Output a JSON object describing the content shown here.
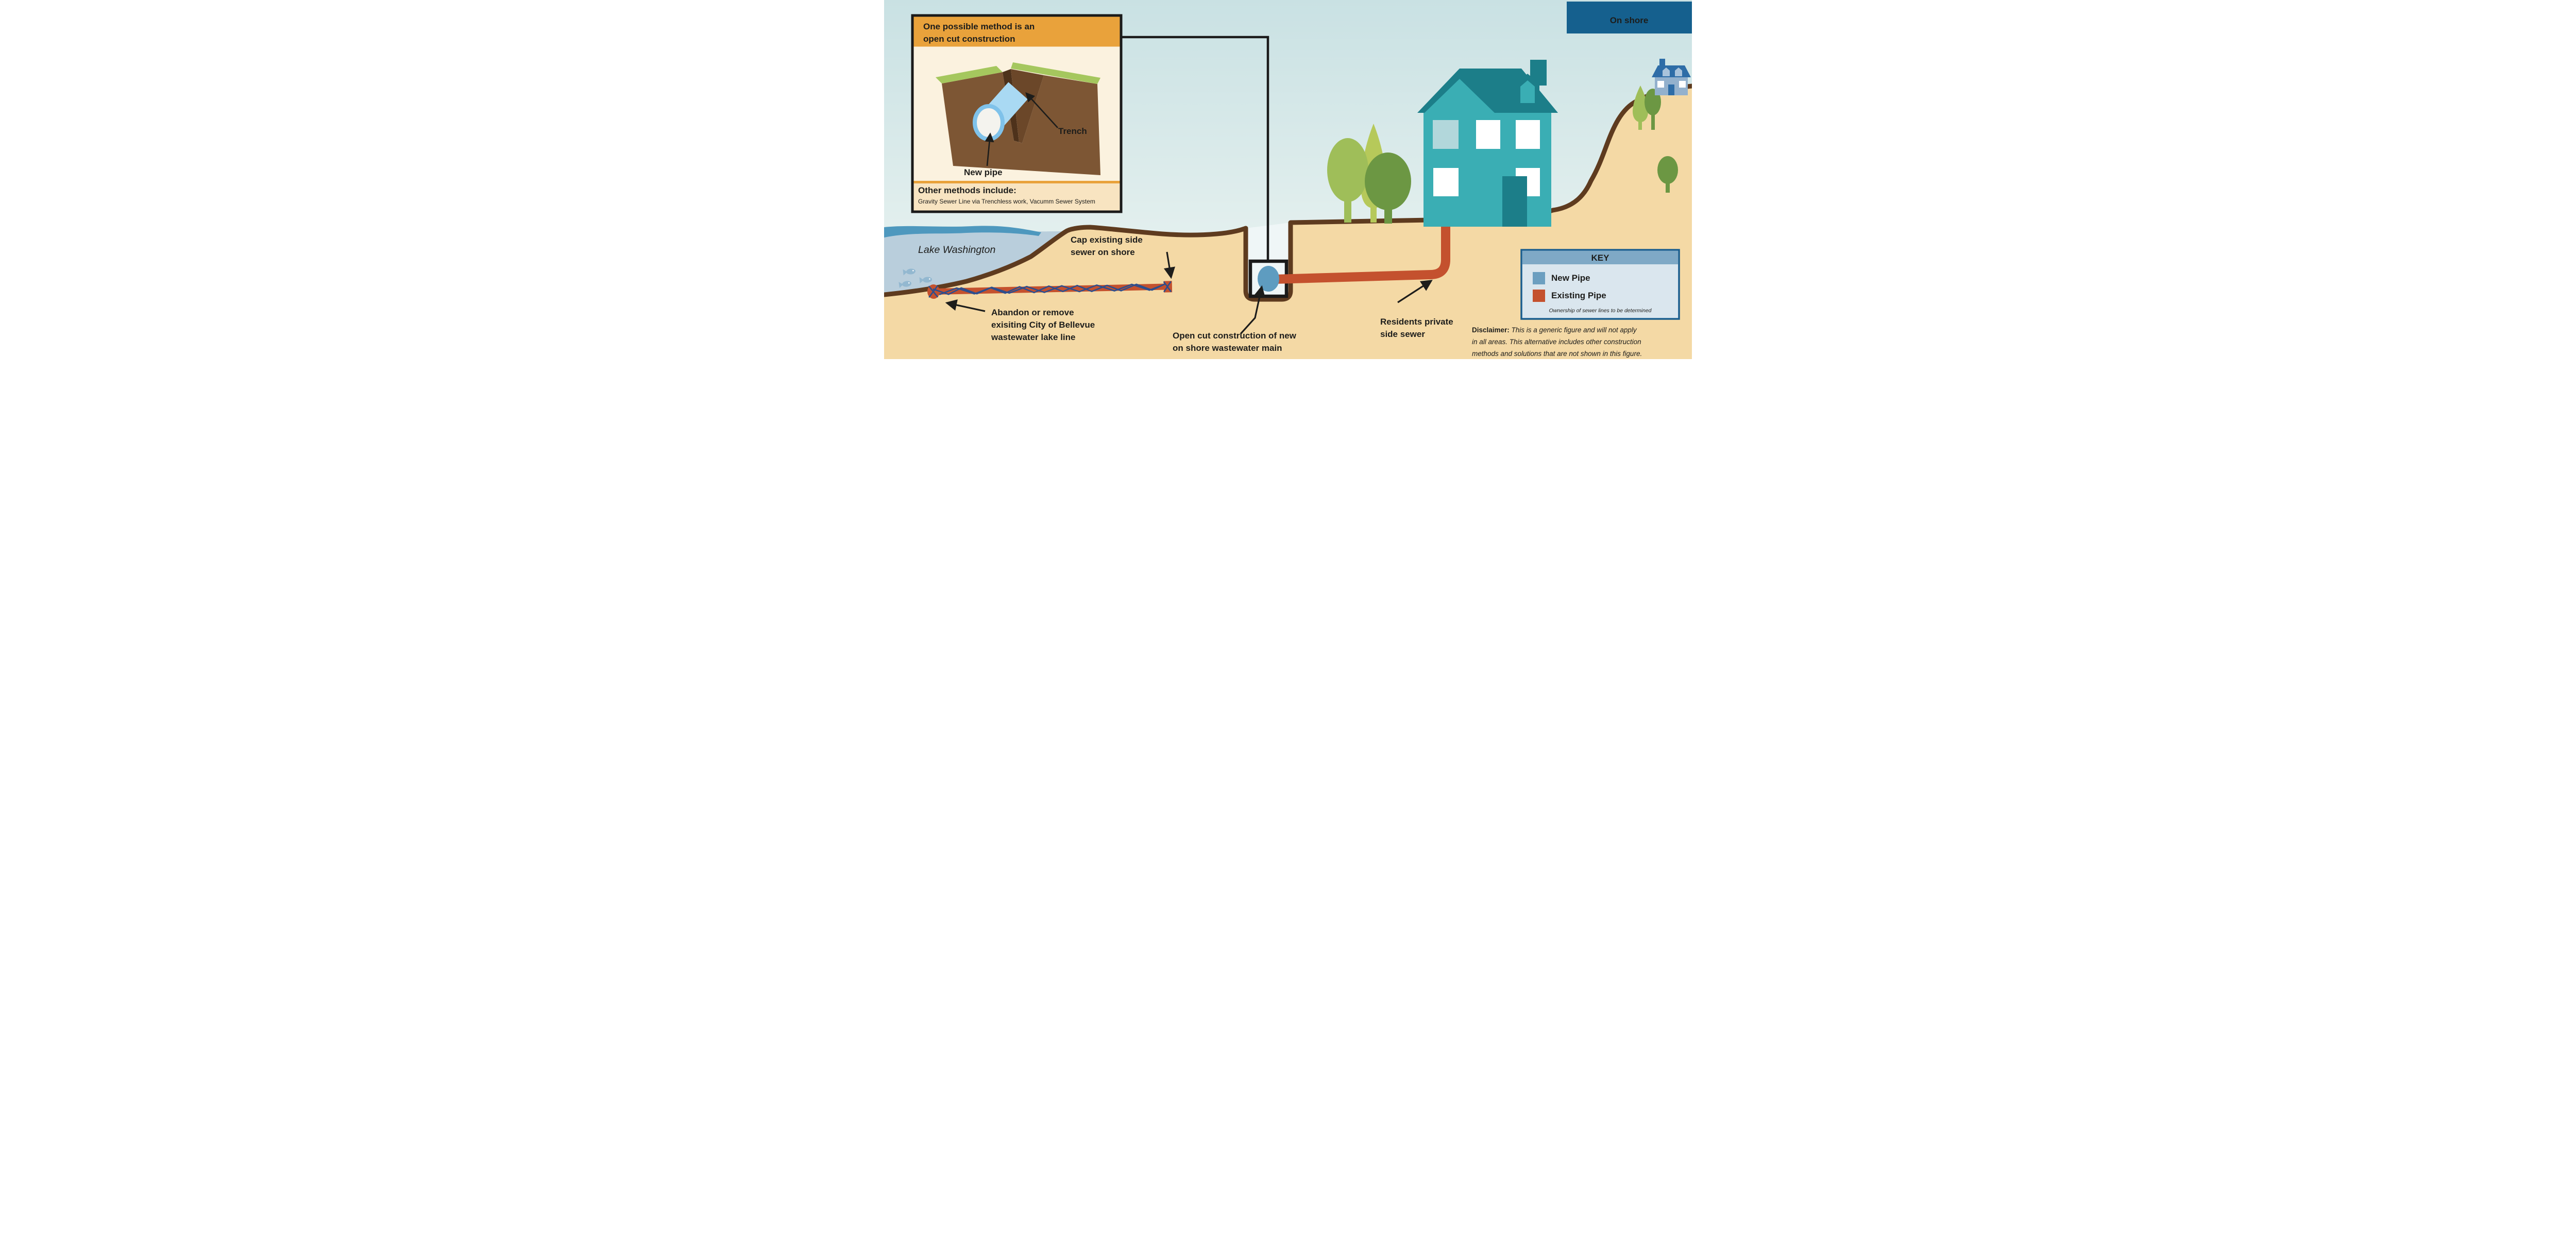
{
  "banner": {
    "label": "On shore"
  },
  "inset": {
    "title_lines": [
      "One possible method is an",
      "open cut construction"
    ],
    "trench_label": "Trench",
    "new_pipe_label": "New pipe",
    "other_methods_heading": "Other methods include:",
    "other_methods_text": "Gravity Sewer Line via Trenchless work,  Vacumm Sewer System"
  },
  "scene": {
    "lake_label": "Lake Washington",
    "cap_label": [
      "Cap existing side",
      "sewer on shore"
    ],
    "abandon_label": [
      "Abandon or remove",
      "exisiting City of Bellevue",
      "wastewater lake line"
    ],
    "open_cut_label": [
      "Open cut construction of new",
      "on shore wastewater main"
    ],
    "residents_label": [
      "Residents private",
      "side sewer"
    ]
  },
  "key": {
    "title": "KEY",
    "items": [
      {
        "label": "New Pipe",
        "color": "#6C9FC0"
      },
      {
        "label": "Existing Pipe",
        "color": "#C4512E"
      }
    ],
    "note": "Ownership of sewer lines to be determined"
  },
  "disclaimer": {
    "heading": "Disclaimer:",
    "lines": [
      " This is a generic figure and will not apply",
      "in all areas. This alternative includes other construction",
      "methods and solutions that are not shown in this figure."
    ]
  },
  "colors": {
    "banner_bg": "#15608E",
    "new_pipe": "#6C9FC0",
    "existing_pipe": "#C4512E",
    "key_border": "#1A5E8F",
    "key_header": "#7FA9C6"
  }
}
